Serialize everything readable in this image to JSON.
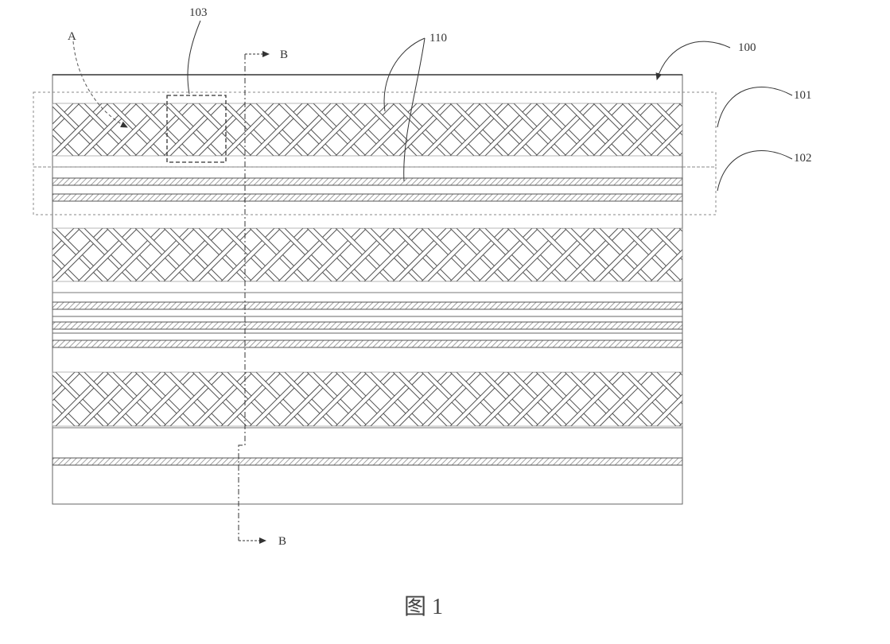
{
  "figure": {
    "caption": "图 1"
  },
  "labels": {
    "l100": "100",
    "l101": "101",
    "l102": "102",
    "l103": "103",
    "l110": "110",
    "lA": "A",
    "lB_top": "B",
    "lB_bottom": "B"
  },
  "colors": {
    "line": "#555555",
    "hatch": "#8a8a8a",
    "background": "#ffffff"
  }
}
